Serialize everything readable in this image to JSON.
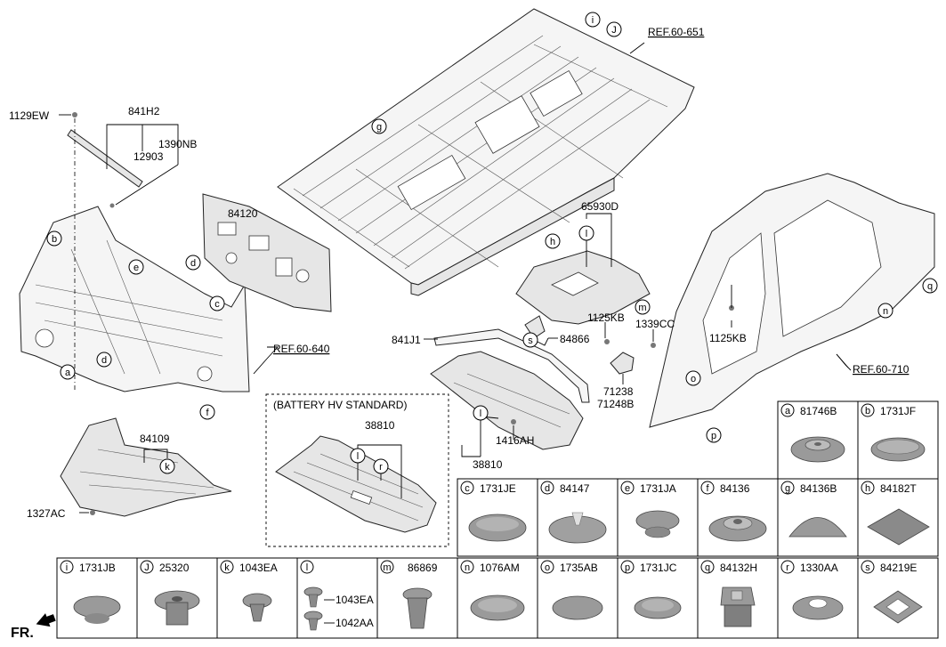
{
  "callouts": {
    "c1129EW": "1129EW",
    "c841H2": "841H2",
    "c12903": "12903",
    "c1390NB": "1390NB",
    "c84120": "84120",
    "c84109": "84109",
    "c1327AC": "1327AC",
    "cRef640": "REF.60-640",
    "cRef651": "REF.60-651",
    "cRef710": "REF.60-710",
    "c65930D": "65930D",
    "c1125KB_a": "1125KB",
    "c1339CC": "1339CC",
    "c841J1": "841J1",
    "c84866": "84866",
    "c71238": "71238",
    "c71248B": "71248B",
    "c1416AH": "1416AH",
    "c38810_a": "38810",
    "c38810_b": "38810",
    "c1125KB_b": "1125KB",
    "batteryTitle": "(BATTERY HV STANDARD)",
    "fr": "FR."
  },
  "letters": {
    "a": "a",
    "b": "b",
    "c": "c",
    "d": "d",
    "e": "e",
    "f": "f",
    "g": "g",
    "h": "h",
    "i": "i",
    "J": "J",
    "k": "k",
    "l": "l",
    "m": "m",
    "n": "n",
    "o": "o",
    "p": "p",
    "q": "q",
    "r": "r",
    "s": "s"
  },
  "parts_table": [
    {
      "letter": "a",
      "code": "81746B"
    },
    {
      "letter": "b",
      "code": "1731JF"
    },
    {
      "letter": "c",
      "code": "1731JE"
    },
    {
      "letter": "d",
      "code": "84147"
    },
    {
      "letter": "e",
      "code": "1731JA"
    },
    {
      "letter": "f",
      "code": "84136"
    },
    {
      "letter": "g",
      "code": "84136B"
    },
    {
      "letter": "h",
      "code": "84182T"
    },
    {
      "letter": "i",
      "code": "1731JB"
    },
    {
      "letter": "J",
      "code": "25320"
    },
    {
      "letter": "k",
      "code": "1043EA"
    },
    {
      "letter": "l",
      "code": "",
      "sub": [
        "1043EA",
        "1042AA"
      ]
    },
    {
      "letter": "m",
      "code": "86869"
    },
    {
      "letter": "n",
      "code": "1076AM"
    },
    {
      "letter": "o",
      "code": "1735AB"
    },
    {
      "letter": "p",
      "code": "1731JC"
    },
    {
      "letter": "q",
      "code": "84132H"
    },
    {
      "letter": "r",
      "code": "1330AA"
    },
    {
      "letter": "s",
      "code": "84219E"
    }
  ],
  "icons": [
    "plug-icon",
    "fr-arrow-icon"
  ]
}
